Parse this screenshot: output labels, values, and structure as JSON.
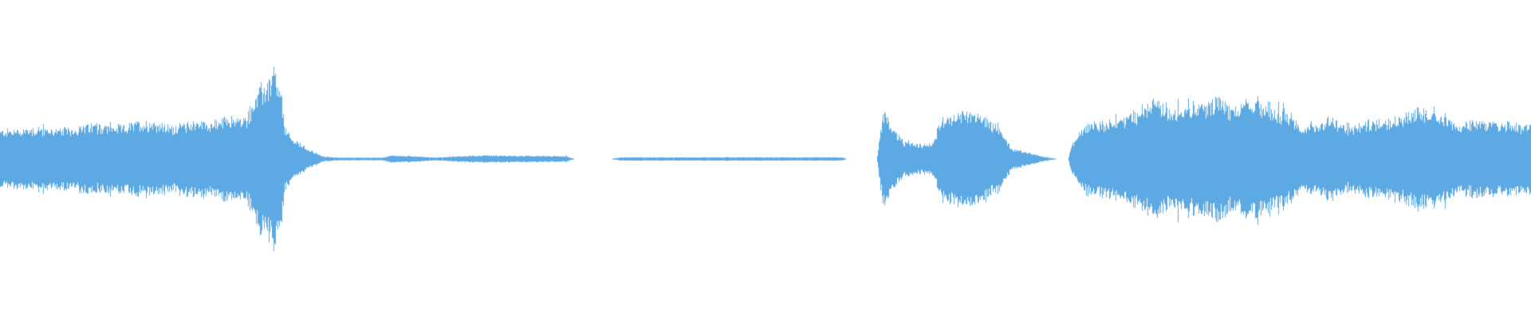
{
  "waveform": {
    "color": "#5DA9E3",
    "background": "#FFFFFF",
    "peak_max": 1.0,
    "samples": 1920,
    "envelope": [
      [
        0.0,
        0.2
      ],
      [
        0.02,
        0.22
      ],
      [
        0.04,
        0.21
      ],
      [
        0.06,
        0.24
      ],
      [
        0.08,
        0.23
      ],
      [
        0.09,
        0.26
      ],
      [
        0.1,
        0.27
      ],
      [
        0.11,
        0.23
      ],
      [
        0.12,
        0.25
      ],
      [
        0.13,
        0.27
      ],
      [
        0.14,
        0.26
      ],
      [
        0.15,
        0.3
      ],
      [
        0.16,
        0.28
      ],
      [
        0.165,
        0.4
      ],
      [
        0.17,
        0.5
      ],
      [
        0.175,
        0.55
      ],
      [
        0.18,
        0.6
      ],
      [
        0.184,
        0.4
      ],
      [
        0.186,
        0.23
      ],
      [
        0.19,
        0.15
      ],
      [
        0.2,
        0.08
      ],
      [
        0.205,
        0.05
      ],
      [
        0.21,
        0.02
      ],
      [
        0.22,
        0.01
      ],
      [
        0.25,
        0.01
      ],
      [
        0.255,
        0.025
      ],
      [
        0.27,
        0.02
      ],
      [
        0.285,
        0.01
      ],
      [
        0.31,
        0.025
      ],
      [
        0.37,
        0.02
      ],
      [
        0.375,
        0.0
      ],
      [
        0.4,
        0.0
      ],
      [
        0.405,
        0.012
      ],
      [
        0.55,
        0.012
      ],
      [
        0.553,
        0.0
      ],
      [
        0.573,
        0.0
      ],
      [
        0.575,
        0.2
      ],
      [
        0.578,
        0.35
      ],
      [
        0.582,
        0.25
      ],
      [
        0.59,
        0.12
      ],
      [
        0.6,
        0.1
      ],
      [
        0.61,
        0.12
      ],
      [
        0.615,
        0.3
      ],
      [
        0.625,
        0.32
      ],
      [
        0.635,
        0.35
      ],
      [
        0.645,
        0.28
      ],
      [
        0.655,
        0.2
      ],
      [
        0.66,
        0.08
      ],
      [
        0.67,
        0.05
      ],
      [
        0.68,
        0.02
      ],
      [
        0.69,
        0.0
      ],
      [
        0.698,
        0.0
      ],
      [
        0.7,
        0.1
      ],
      [
        0.71,
        0.25
      ],
      [
        0.73,
        0.28
      ],
      [
        0.745,
        0.35
      ],
      [
        0.755,
        0.42
      ],
      [
        0.765,
        0.35
      ],
      [
        0.775,
        0.4
      ],
      [
        0.785,
        0.38
      ],
      [
        0.795,
        0.45
      ],
      [
        0.805,
        0.35
      ],
      [
        0.815,
        0.4
      ],
      [
        0.825,
        0.4
      ],
      [
        0.835,
        0.35
      ],
      [
        0.845,
        0.3
      ],
      [
        0.852,
        0.22
      ],
      [
        0.86,
        0.25
      ],
      [
        0.87,
        0.3
      ],
      [
        0.88,
        0.22
      ],
      [
        0.89,
        0.25
      ],
      [
        0.9,
        0.28
      ],
      [
        0.915,
        0.3
      ],
      [
        0.925,
        0.34
      ],
      [
        0.935,
        0.36
      ],
      [
        0.945,
        0.3
      ],
      [
        0.955,
        0.22
      ],
      [
        0.965,
        0.28
      ],
      [
        0.975,
        0.25
      ],
      [
        0.985,
        0.26
      ],
      [
        1.0,
        0.24
      ]
    ]
  }
}
